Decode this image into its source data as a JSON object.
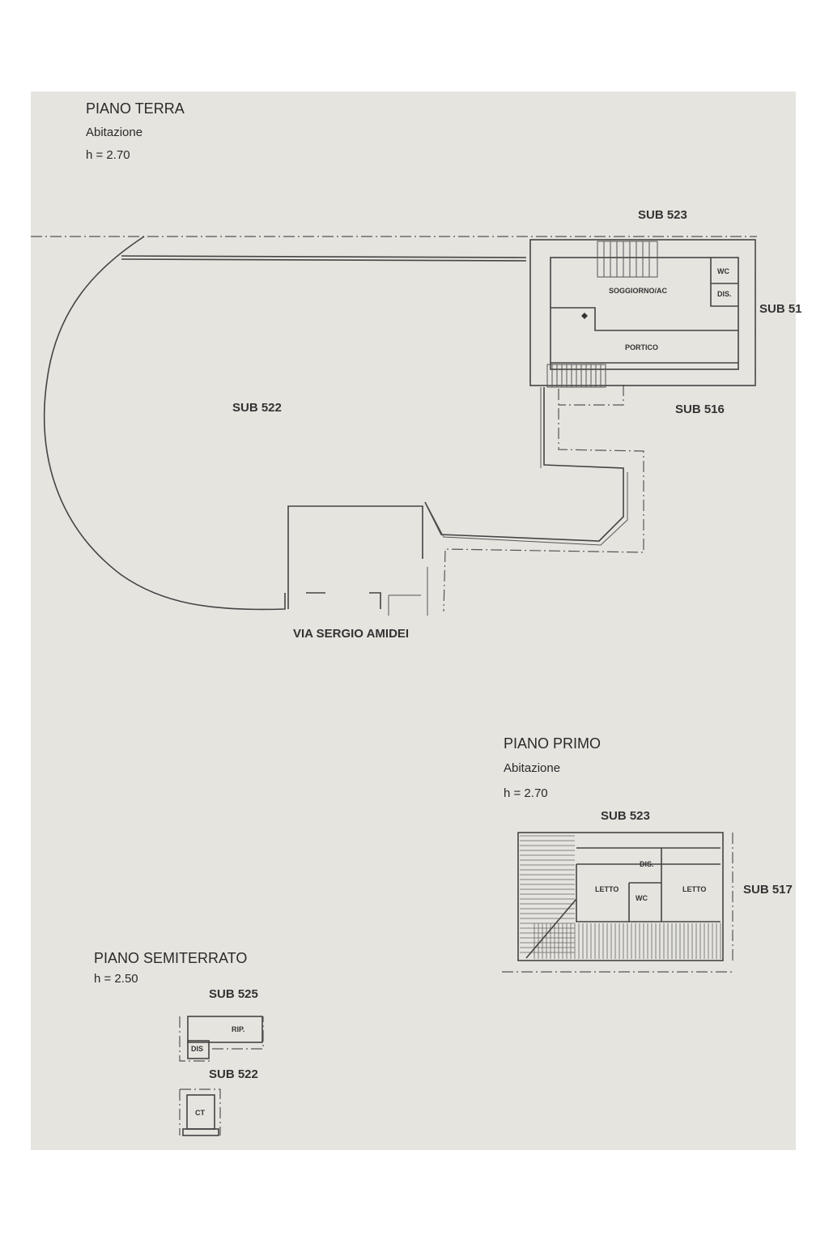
{
  "ground_floor": {
    "title": "PIANO TERRA",
    "use": "Abitazione",
    "height": "h = 2.70",
    "labels": {
      "sub_north": "SUB 523",
      "sub_east": "SUB 51",
      "sub_yard": "SUB 522",
      "sub_southeast": "SUB 516",
      "street": "VIA SERGIO AMIDEI"
    },
    "rooms": [
      "SOGGIORNO/AC",
      "WC",
      "DIS.",
      "PORTICO"
    ]
  },
  "first_floor": {
    "title": "PIANO PRIMO",
    "use": "Abitazione",
    "height": "h = 2.70",
    "labels": {
      "sub_north": "SUB 523",
      "sub_east": "SUB 517"
    },
    "rooms": [
      "LETTO",
      "DIS.",
      "WC",
      "LETTO"
    ]
  },
  "basement": {
    "title": "PIANO SEMITERRATO",
    "height": "h = 2.50",
    "labels": {
      "sub_upper": "SUB 525",
      "sub_lower": "SUB 522"
    },
    "rooms": [
      "RIP.",
      "DIS",
      "CT"
    ]
  }
}
